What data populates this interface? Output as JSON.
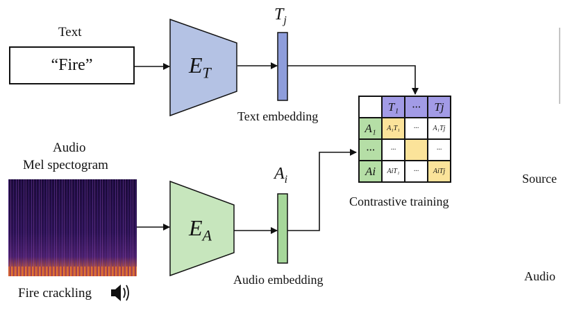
{
  "text_branch": {
    "title": "Text",
    "input_text": "“Fire”",
    "encoder": "E",
    "encoder_sub": "T",
    "embedding_symbol": "T",
    "embedding_sub": "j",
    "embedding_label": "Text embedding"
  },
  "audio_branch": {
    "title_line1": "Audio",
    "title_line2": "Mel spectogram",
    "caption": "Fire crackling",
    "encoder": "E",
    "encoder_sub": "A",
    "embedding_symbol": "A",
    "embedding_sub": "i",
    "embedding_label": "Audio embedding"
  },
  "matrix": {
    "label": "Contrastive training",
    "rows": [
      [
        {
          "t": "",
          "c": "white"
        },
        {
          "t": "T₁",
          "c": "purple"
        },
        {
          "t": "···",
          "c": "purple"
        },
        {
          "t": "Tj",
          "c": "purple"
        }
      ],
      [
        {
          "t": "A₁",
          "c": "green"
        },
        {
          "t": "A₁T₁",
          "c": "yellow"
        },
        {
          "t": "···",
          "c": "white"
        },
        {
          "t": "A₁Tj",
          "c": "white"
        }
      ],
      [
        {
          "t": "···",
          "c": "green"
        },
        {
          "t": "···",
          "c": "white"
        },
        {
          "t": "",
          "c": "yellow"
        },
        {
          "t": "···",
          "c": "white"
        }
      ],
      [
        {
          "t": "Ai",
          "c": "green"
        },
        {
          "t": "AiT₁",
          "c": "white"
        },
        {
          "t": "···",
          "c": "white"
        },
        {
          "t": "AiTj",
          "c": "yellow"
        }
      ]
    ]
  },
  "right_edge": {
    "label1": "Source",
    "label2": "Audio"
  },
  "colors": {
    "text_encoder": "#b4c2e4",
    "audio_encoder": "#c7e6bd",
    "text_embedding": "#8e9ddb",
    "audio_embedding": "#a6d79a",
    "speaker_icon": "#111111"
  },
  "icons": [
    "speaker-icon"
  ]
}
